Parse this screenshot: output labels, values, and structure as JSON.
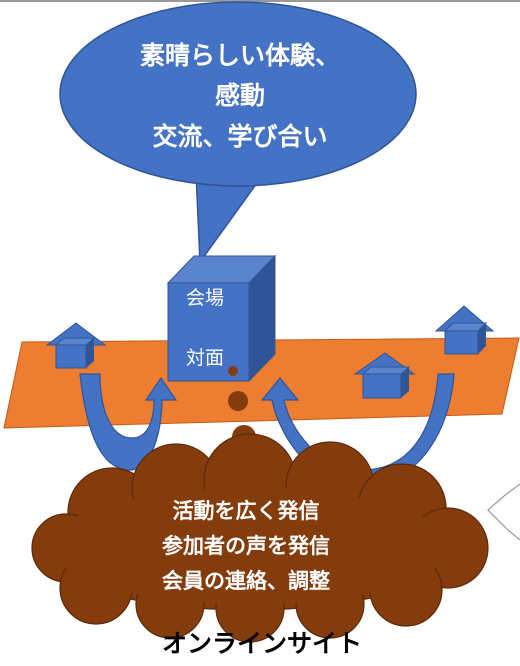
{
  "speech_bubble": {
    "line1": "素晴らしい体験、",
    "line2": "感動",
    "line3": "交流、学び合い"
  },
  "venue_box": {
    "top_label": "会場",
    "bottom_label": "対面"
  },
  "cloud": {
    "line1": "活動を広く発信",
    "line2": "参加者の声を発信",
    "line3": "会員の連絡、調整"
  },
  "caption": "オンラインサイト",
  "colors": {
    "blue": "#4472C4",
    "blue_dark": "#2F5597",
    "orange": "#ED7D31",
    "brown": "#843C0C",
    "border_gray": "#999999"
  }
}
